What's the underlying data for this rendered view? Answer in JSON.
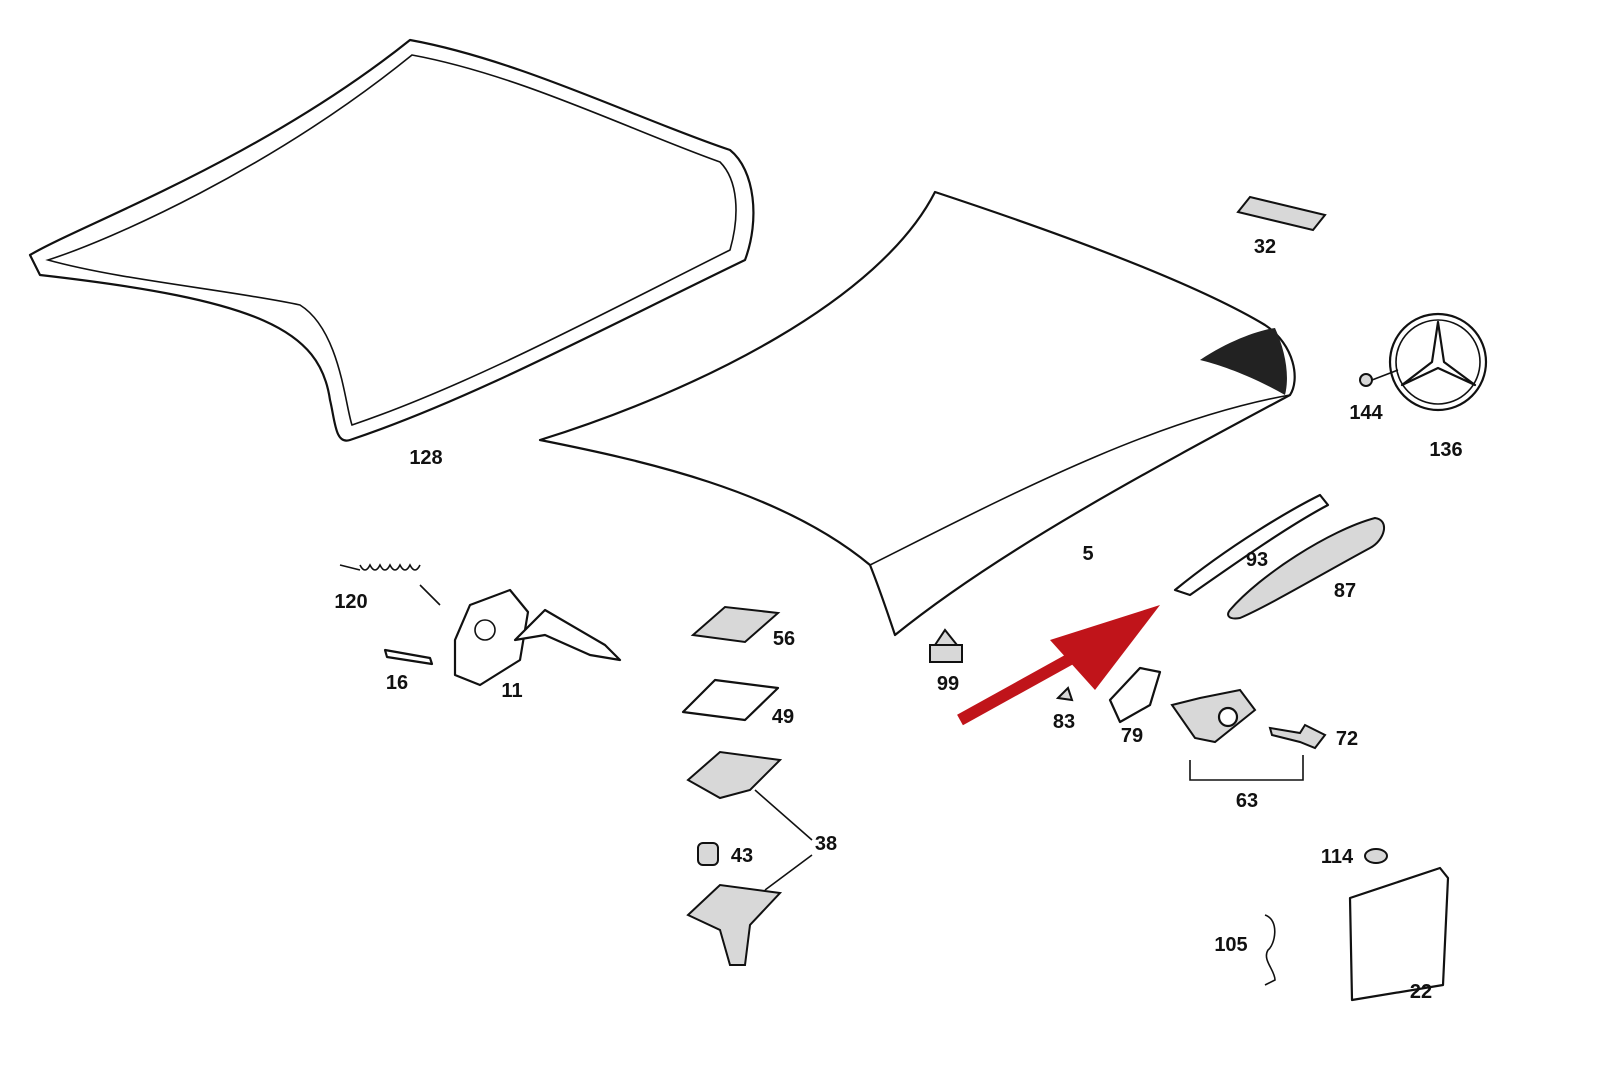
{
  "diagram": {
    "arrow_color": "#c0141a",
    "parts": {
      "p128": "128",
      "p5": "5",
      "p32": "32",
      "p144": "144",
      "p136": "136",
      "p93": "93",
      "p87": "87",
      "p120": "120",
      "p16": "16",
      "p11": "11",
      "p56": "56",
      "p49": "49",
      "p99": "99",
      "p83": "83",
      "p79": "79",
      "p72": "72",
      "p63": "63",
      "p38": "38",
      "p43": "43",
      "p114": "114",
      "p105": "105",
      "p22": "22"
    }
  }
}
